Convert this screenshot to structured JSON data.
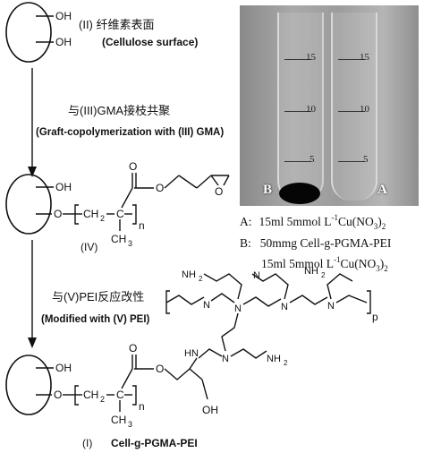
{
  "steps": {
    "s1_cn": "(II) 纤维素表面",
    "s1_en": "(Cellulose surface)",
    "s2_cn": "与(III)GMA接枝共聚",
    "s2_en": "(Graft-copolymerization with (III) GMA)",
    "s3_cn": "与(V)PEI反应改性",
    "s3_en": "(Modified with (V) PEI)"
  },
  "compounds": {
    "iv": "(IV)",
    "i_num": "(I)",
    "i_name": "Cell-g-PGMA-PEI"
  },
  "atoms": {
    "oh": "OH",
    "o": "O",
    "ch2": "CH",
    "two": "2",
    "c": "C",
    "ch3": "CH",
    "three": "3",
    "n": "n",
    "p": "p",
    "nh2": "NH",
    "hn": "HN",
    "n_atom": "N"
  },
  "photo": {
    "label_b": "B",
    "label_a": "A",
    "ticks": [
      "15",
      "10",
      "5"
    ]
  },
  "legend": {
    "a_label": "A:",
    "a_text": "15ml 5mmol L",
    "a_sup": "-1",
    "a_tail": "Cu(NO",
    "a_sub": "3",
    "a_end": ")",
    "a_end_sub": "2",
    "b_label": "B:",
    "b_text": "50mmg Cell-g-PGMA-PEI",
    "b2_text": "15ml 5mmol L",
    "b2_sup": "-1",
    "b2_tail": "Cu(NO",
    "b2_sub": "3",
    "b2_end": ")",
    "b2_end_sub": "2"
  }
}
